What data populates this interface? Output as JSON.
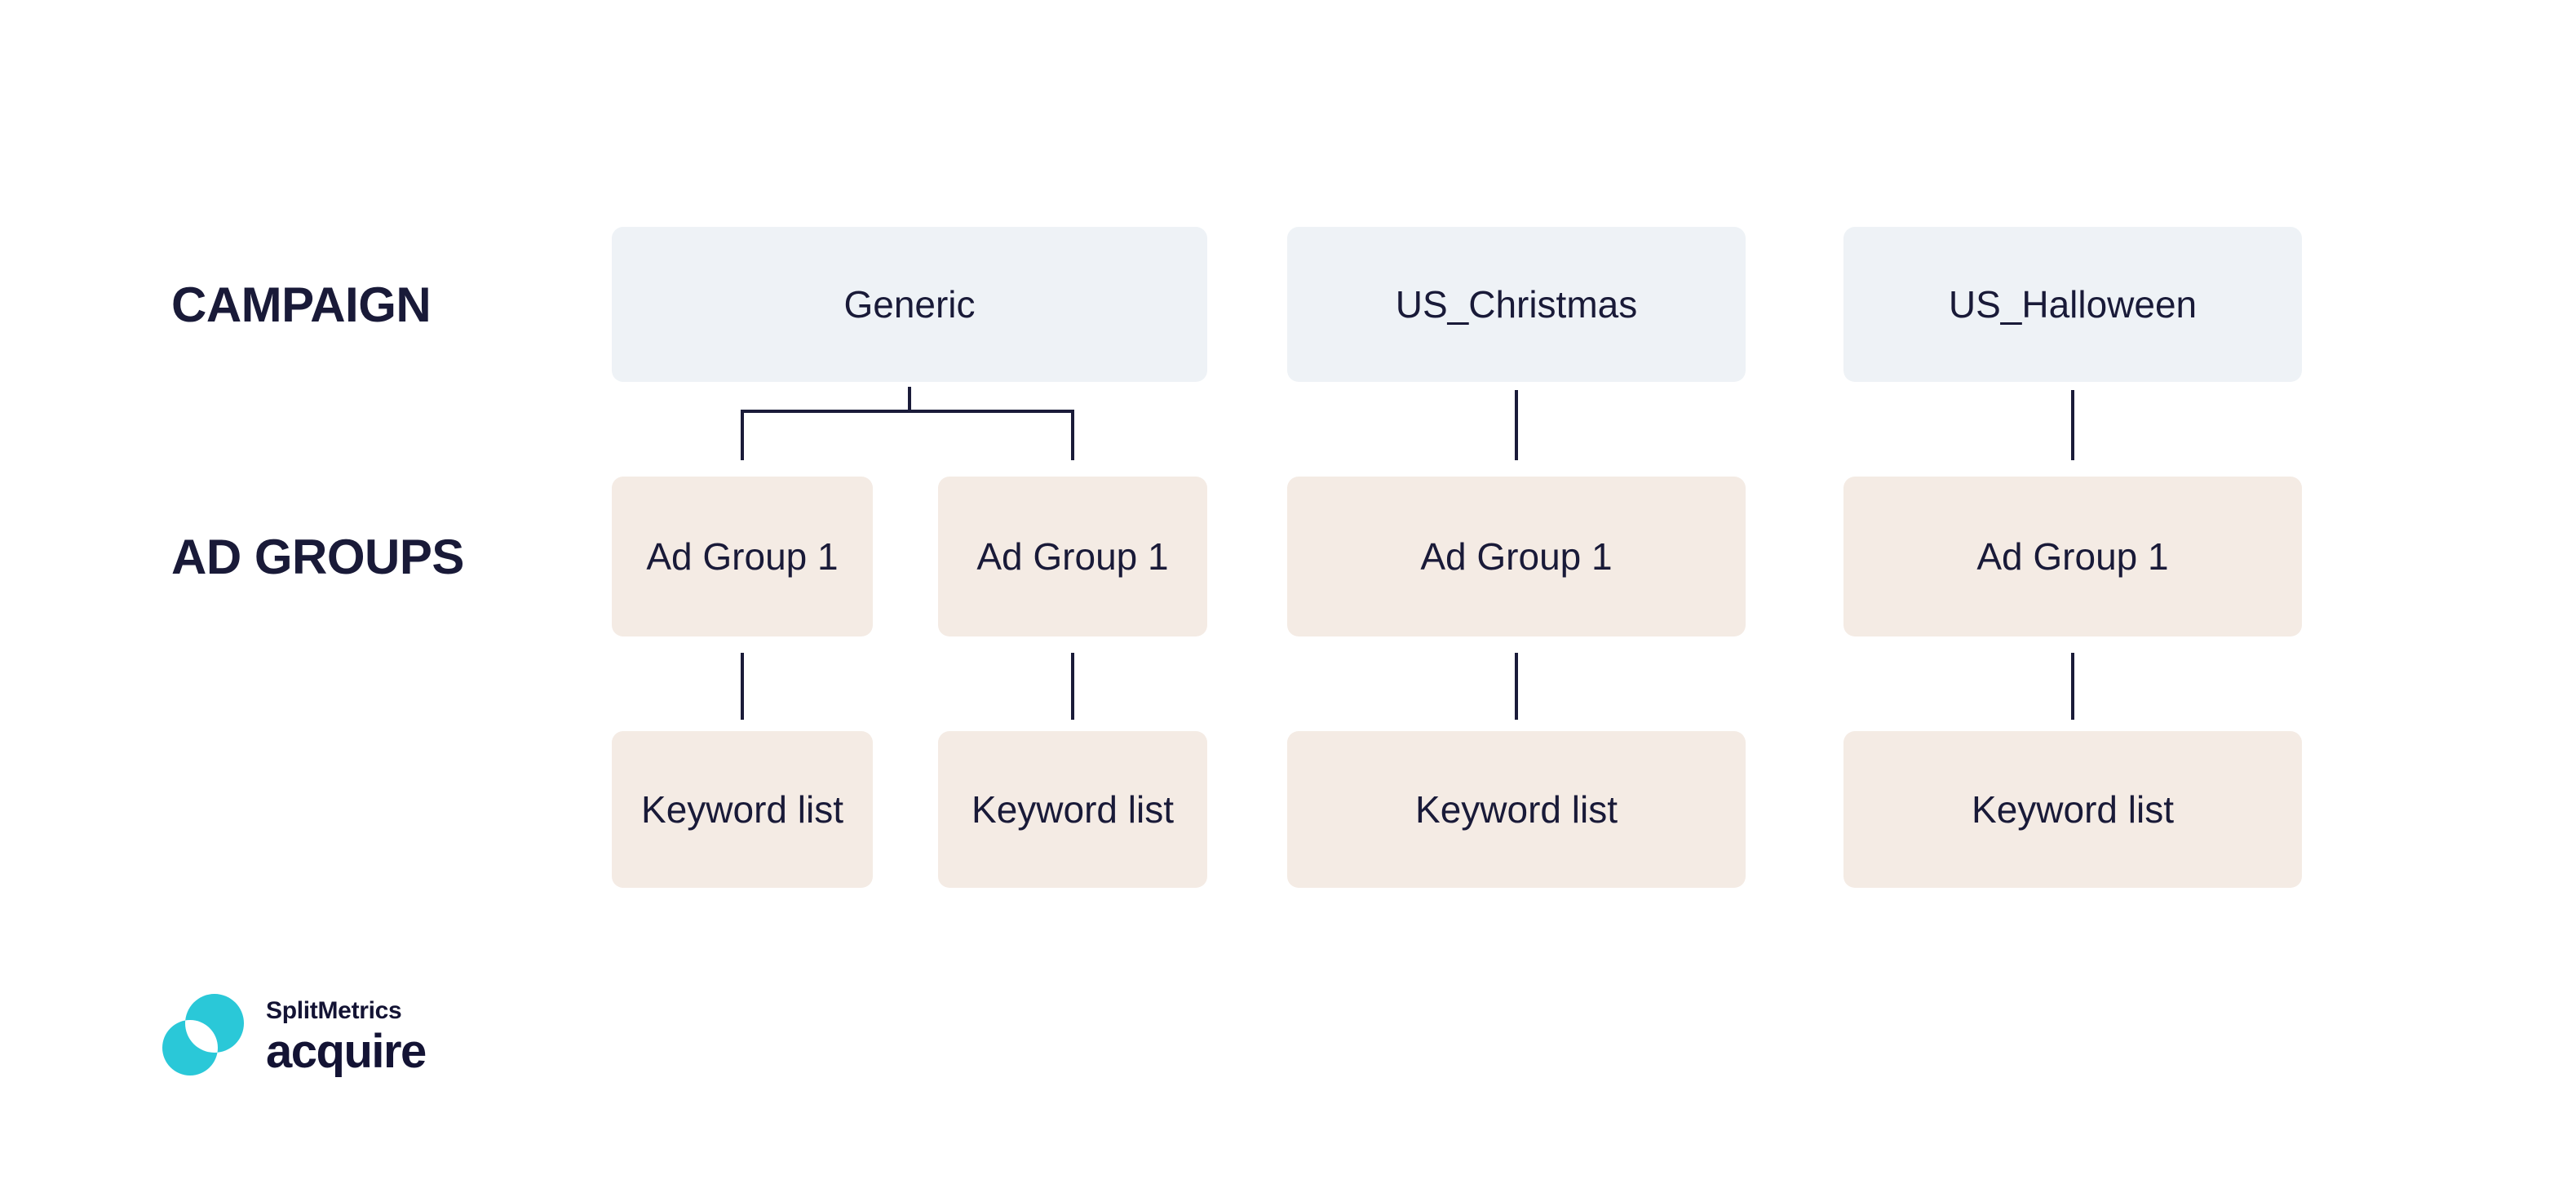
{
  "diagram": {
    "row_labels": {
      "campaign": "CAMPAIGN",
      "ad_groups": "AD GROUPS"
    },
    "columns": [
      {
        "campaign": "Generic",
        "ad_groups": [
          {
            "name": "Ad Group 1",
            "keywords": "Keyword list"
          },
          {
            "name": "Ad Group 1",
            "keywords": "Keyword list"
          }
        ]
      },
      {
        "campaign": "US_Christmas",
        "ad_groups": [
          {
            "name": "Ad Group 1",
            "keywords": "Keyword list"
          }
        ]
      },
      {
        "campaign": "US_Halloween",
        "ad_groups": [
          {
            "name": "Ad Group 1",
            "keywords": "Keyword list"
          }
        ]
      }
    ],
    "colors": {
      "campaign_box": "#eef2f6",
      "ad_group_box": "#f4ebe4",
      "text": "#191a38",
      "connector": "#1a1b39",
      "brand_teal": "#2ac8d8",
      "brand_navy": "#131334",
      "background": "#ffffff"
    }
  },
  "logo": {
    "brand": "SplitMetrics",
    "product": "acquire"
  }
}
